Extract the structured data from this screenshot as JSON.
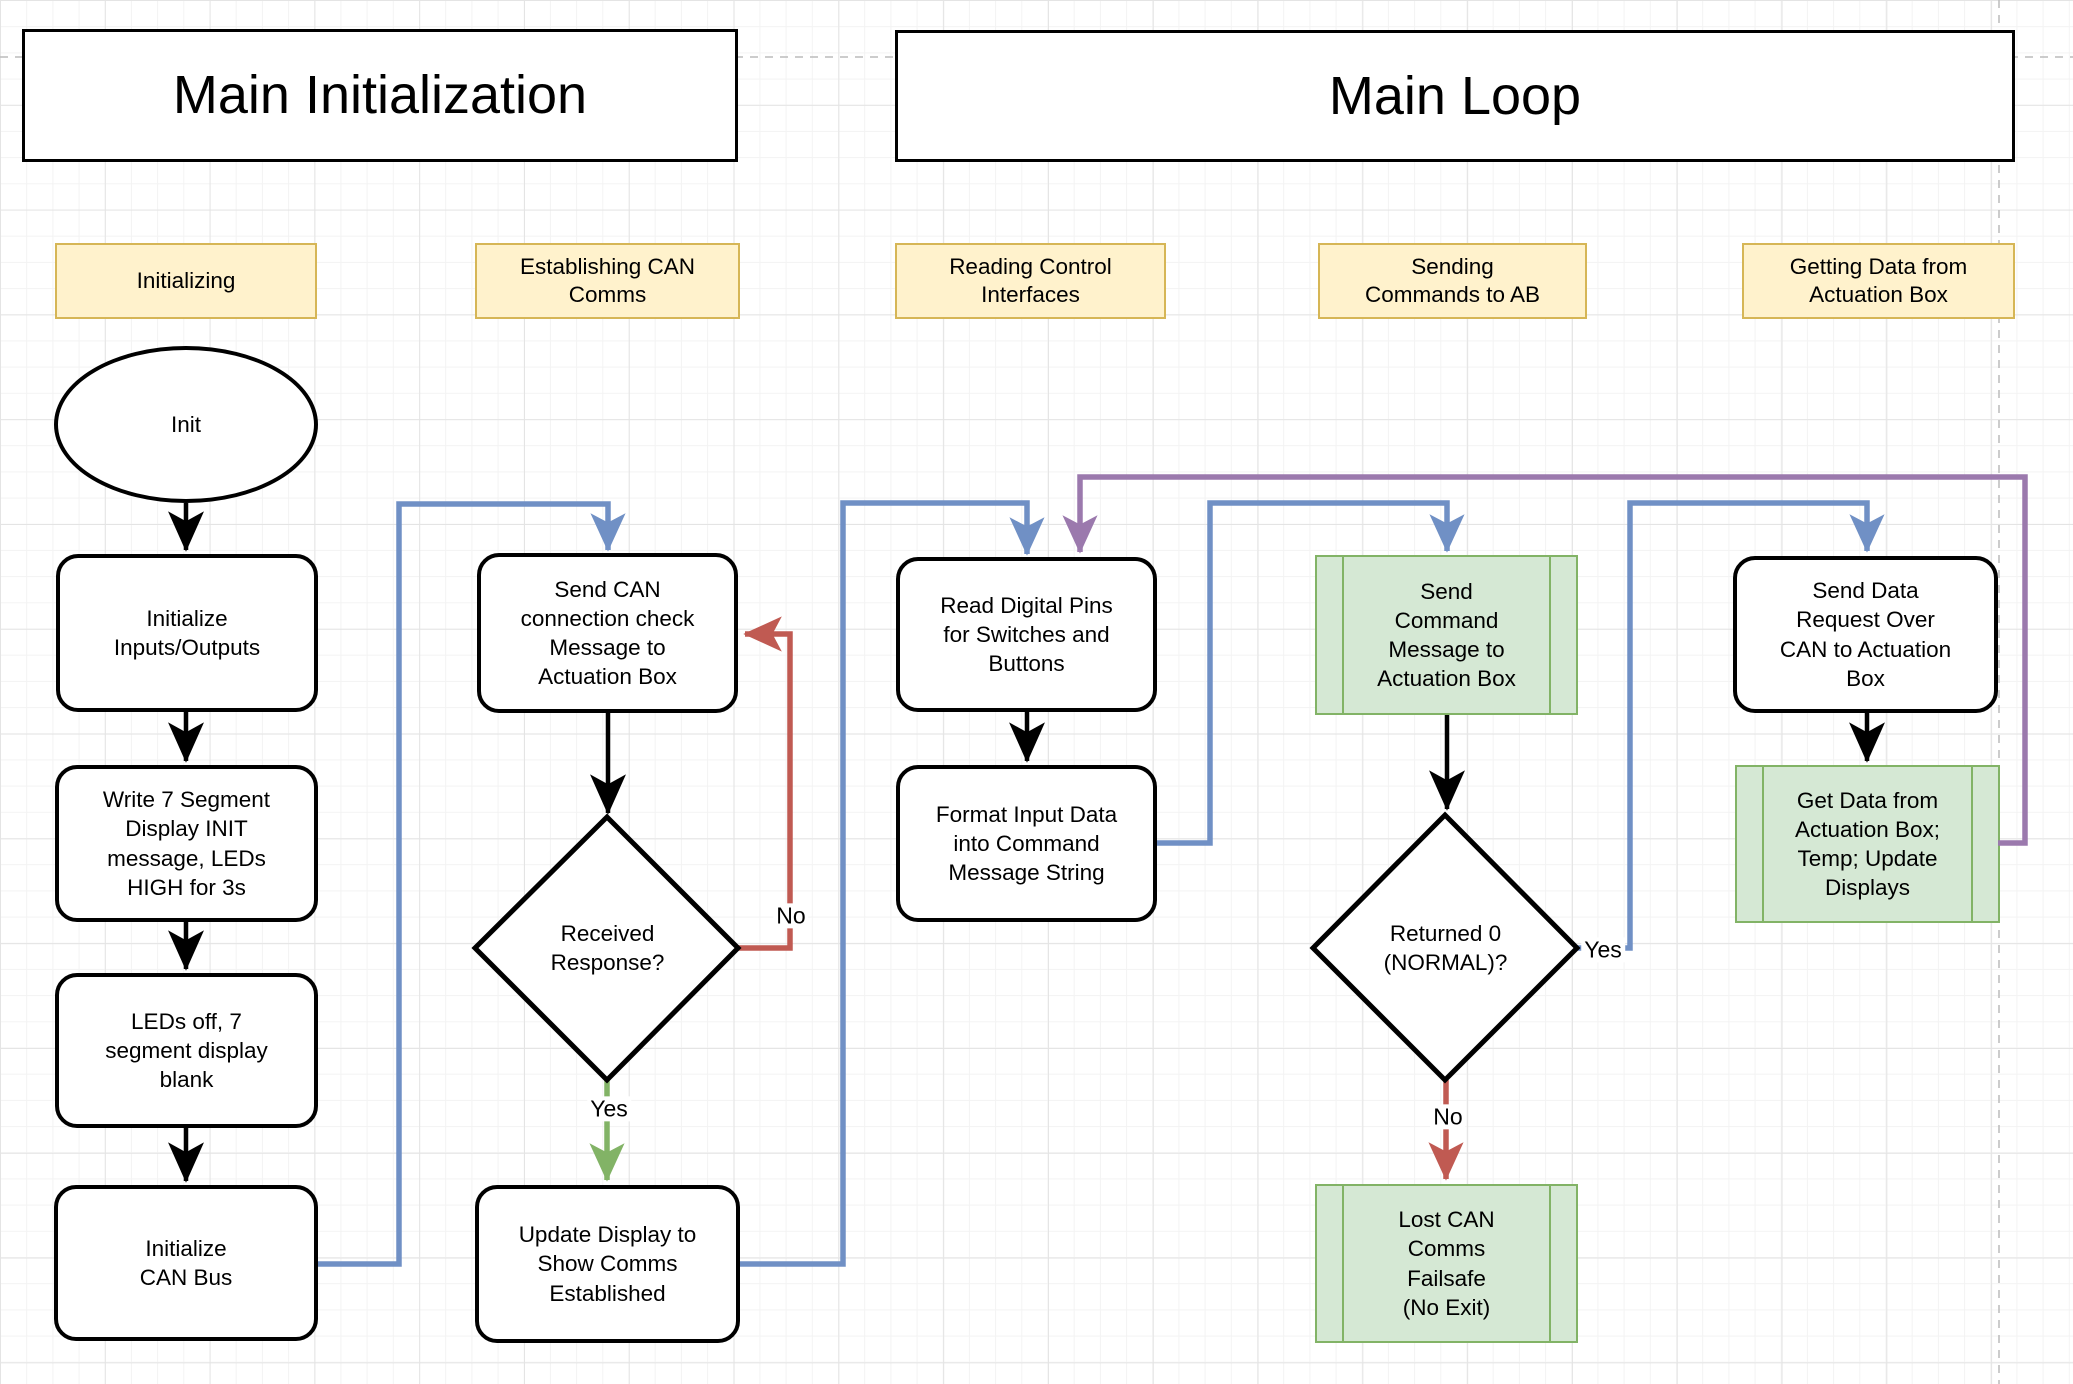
{
  "diagram": {
    "titles": {
      "main_initialization": "Main Initialization",
      "main_loop": "Main Loop"
    },
    "phases": {
      "initializing": "Initializing",
      "establishing_can": "Establishing CAN\nComms",
      "reading_control": "Reading Control\nInterfaces",
      "sending_commands": "Sending\nCommands to AB",
      "getting_data": "Getting Data from\nActuation Box"
    },
    "nodes": {
      "init": "Init",
      "initialize_io": "Initialize\nInputs/Outputs",
      "write_7segment": "Write 7 Segment\nDisplay INIT\nmessage, LEDs\nHIGH for 3s",
      "leds_off": "LEDs off, 7\nsegment display\nblank",
      "initialize_can_bus": "Initialize\nCAN Bus",
      "send_can_check": "Send CAN\nconnection check\nMessage to\nActuation Box",
      "received_response": "Received\nResponse?",
      "update_display": "Update Display to\nShow Comms\nEstablished",
      "read_digital_pins": "Read Digital Pins\nfor Switches and\nButtons",
      "format_input_data": "Format Input Data\ninto Command\nMessage String",
      "send_command_message": "Send\nCommand\nMessage to\nActuation Box",
      "returned_zero": "Returned 0\n(NORMAL)?",
      "lost_can_failsafe": "Lost CAN\nComms\nFailsafe\n(No Exit)",
      "send_data_request": "Send Data\nRequest Over\nCAN to Actuation\nBox",
      "get_data": "Get Data from\nActuation Box;\nTemp; Update\nDisplays"
    },
    "edge_labels": {
      "received_no": "No",
      "received_yes": "Yes",
      "returned_yes": "Yes",
      "returned_no": "No"
    },
    "colors": {
      "node_border": "#000000",
      "phase_fill": "#FFF2CC",
      "phase_border": "#D6B656",
      "subroutine_fill": "#D5E8D4",
      "subroutine_border": "#82B366",
      "edge_black": "#000000",
      "edge_blue": "#7090C5",
      "edge_red": "#C05A52",
      "edge_green": "#82B366",
      "edge_purple": "#9B79AD"
    }
  }
}
